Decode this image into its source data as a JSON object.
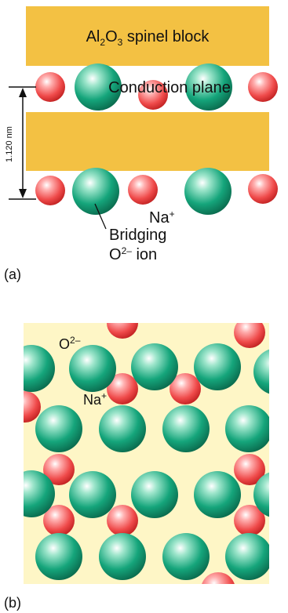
{
  "colors": {
    "spinel_block": "#f3c143",
    "panel_b_background": "#fef6c6",
    "na_ion": "#ef4a4a",
    "o_ion": "#149a73",
    "text": "#111111"
  },
  "panel_a": {
    "tag": "(a)",
    "spinel_label_prefix": "Al",
    "spinel_label_sub1": "2",
    "spinel_label_mid": "O",
    "spinel_label_sub2": "3",
    "spinel_label_suffix": " spinel block",
    "conduction_label": "Conduction plane",
    "spacing_label": "1.120 nm",
    "na_label": "Na",
    "na_charge": "+",
    "bridging_label_1": "Bridging",
    "bridging_label_2_ion": "O",
    "bridging_label_2_charge": "2–",
    "bridging_label_2_suffix": " ion"
  },
  "panel_b": {
    "tag": "(b)",
    "o_label": "O",
    "o_charge": "2–",
    "na_label": "Na",
    "na_charge": "+"
  }
}
